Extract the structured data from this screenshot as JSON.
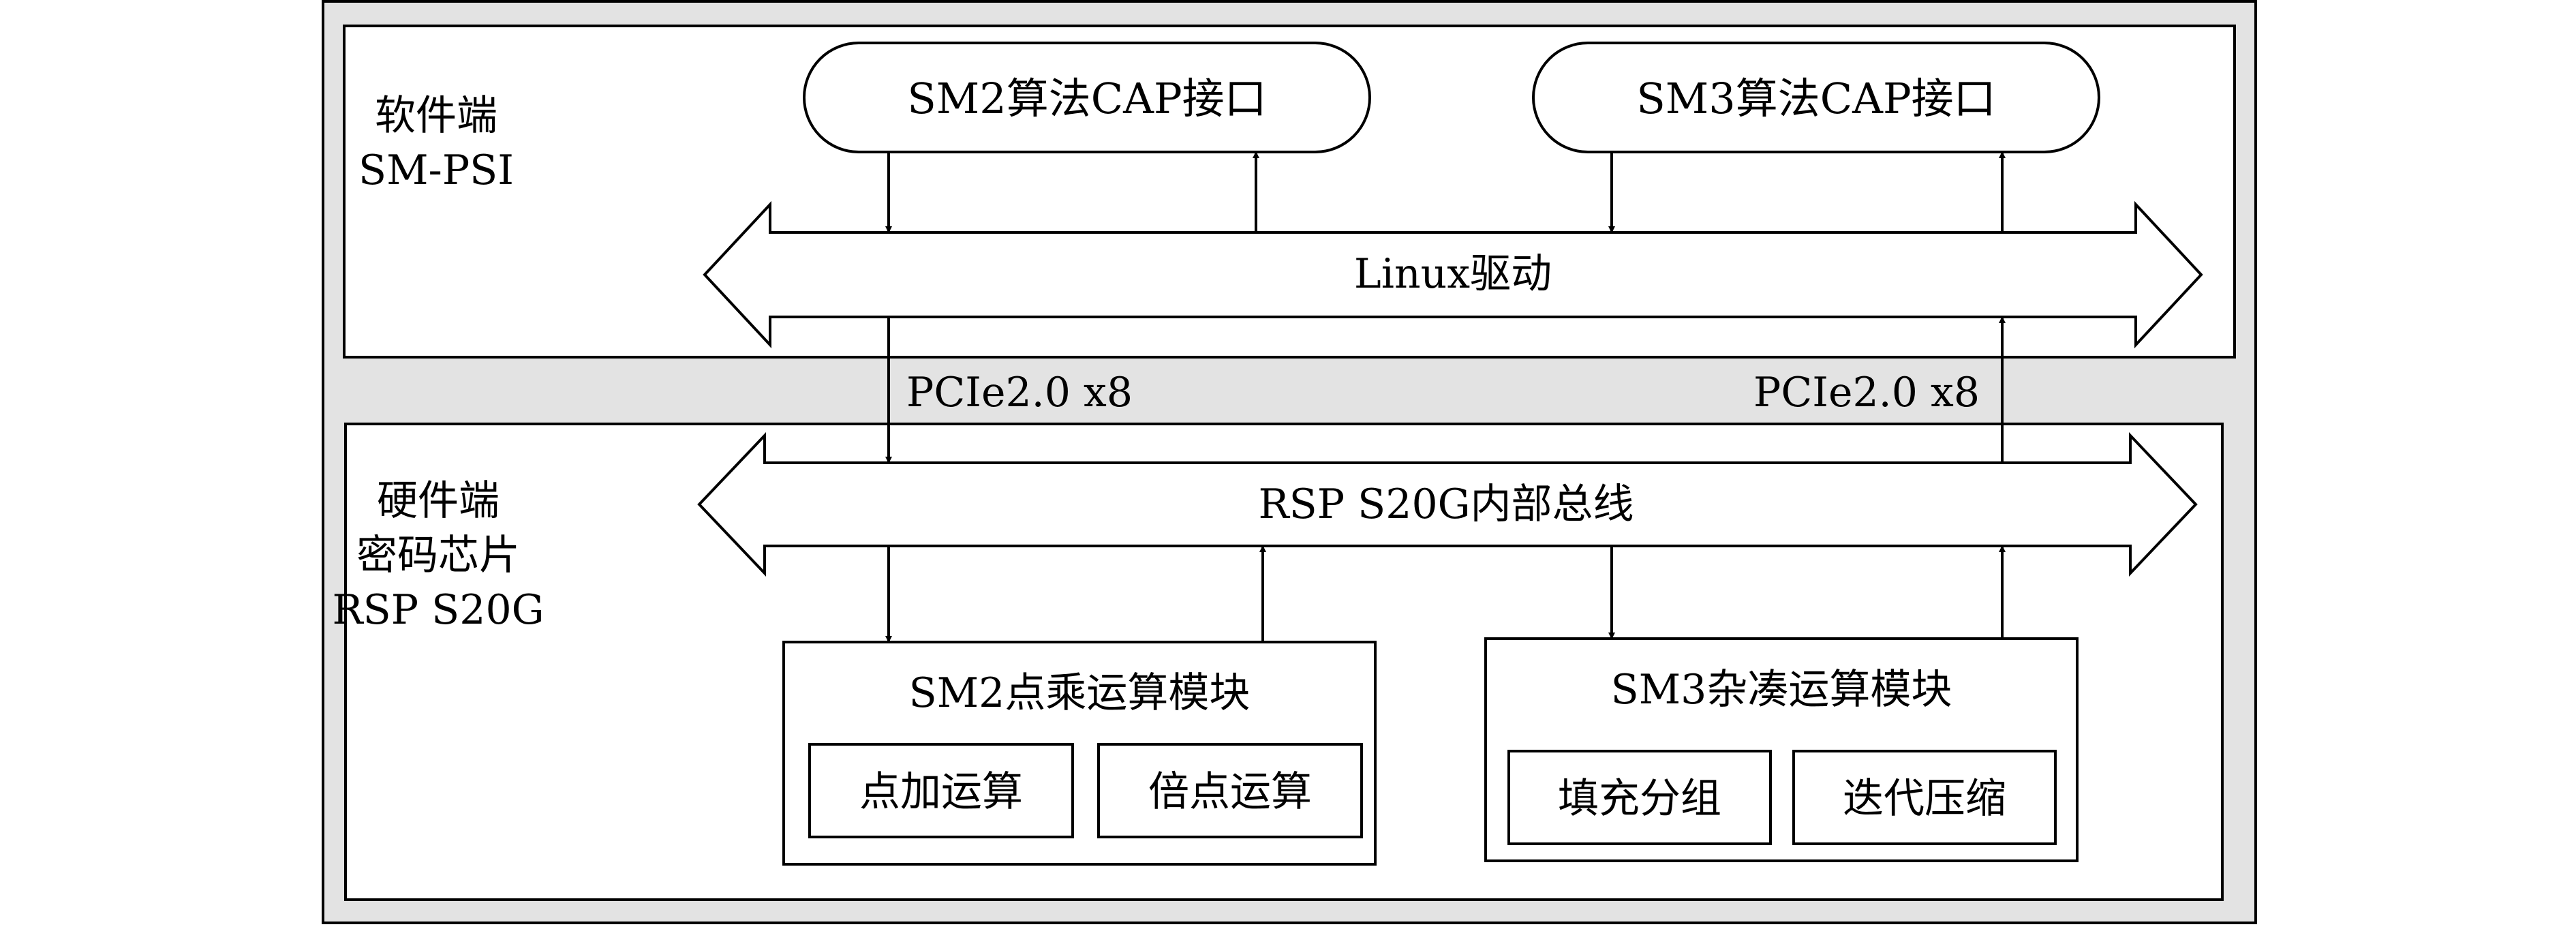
{
  "software": {
    "label_line1": "软件端",
    "label_line2": "SM-PSI",
    "sm2_interface": "SM2算法CAP接口",
    "sm3_interface": "SM3算法CAP接口",
    "driver_bus": "Linux驱动"
  },
  "links": {
    "left_pcie": "PCIe2.0 x8",
    "right_pcie": "PCIe2.0 x8"
  },
  "hardware": {
    "label_line1": "硬件端",
    "label_line2": "密码芯片",
    "label_line3": "RSP S20G",
    "internal_bus": "RSP S20G内部总线",
    "sm2_module": {
      "title": "SM2点乘运算模块",
      "sub1": "点加运算",
      "sub2": "倍点运算"
    },
    "sm3_module": {
      "title": "SM3杂凑运算模块",
      "sub1": "填充分组",
      "sub2": "迭代压缩"
    }
  },
  "colors": {
    "outer_frame_fill": "#e3e3e3",
    "panel_fill": "#ffffff",
    "stroke": "#000000"
  }
}
